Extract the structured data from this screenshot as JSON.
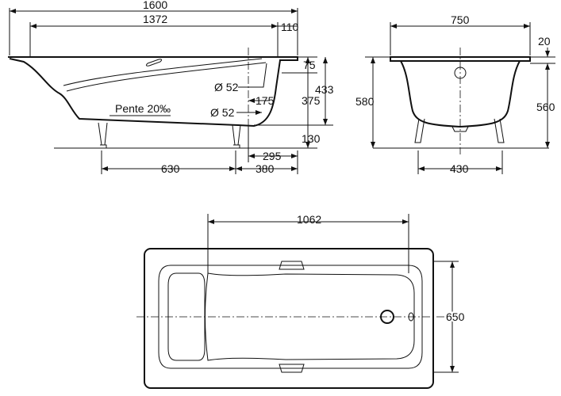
{
  "side_view": {
    "overall_length": "1600",
    "inner_length": "1372",
    "rim_overhang": "110",
    "overflow_height": "75",
    "overflow_diameter": "Ø 52",
    "inside_depth": "433",
    "drain_offset": "175",
    "drain_depth": "375",
    "slope_label": "Pente 20‰",
    "drain_diameter": "Ø 52",
    "floor_clearance": "130",
    "drain_to_end": "295",
    "leg_spacing": "630",
    "leg_to_end": "380"
  },
  "end_view": {
    "overall_width": "750",
    "rim_thickness": "20",
    "overall_height": "580",
    "rim_to_floor": "560",
    "leg_width": "430"
  },
  "top_view": {
    "handle_spacing": "1062",
    "width": "650"
  }
}
